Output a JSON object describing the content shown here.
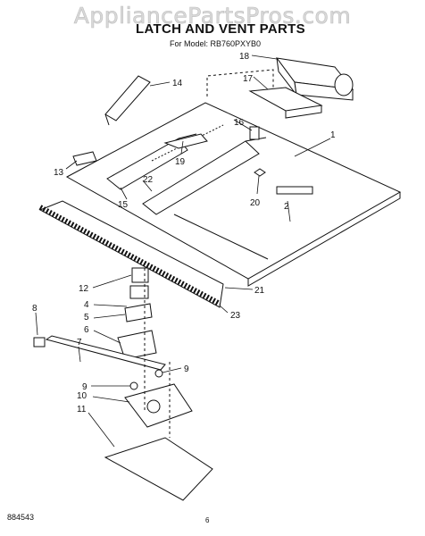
{
  "watermark": "AppliancePartsPros.com",
  "title": "LATCH AND VENT PARTS",
  "subtitle": "For Model: RB760PXYB0",
  "footer": {
    "doc_number": "884543",
    "page": "6"
  },
  "callouts": [
    {
      "id": "c1",
      "label": "1"
    },
    {
      "id": "c2",
      "label": "2"
    },
    {
      "id": "c4",
      "label": "4"
    },
    {
      "id": "c5",
      "label": "5"
    },
    {
      "id": "c6",
      "label": "6"
    },
    {
      "id": "c7",
      "label": "7"
    },
    {
      "id": "c8",
      "label": "8"
    },
    {
      "id": "c9a",
      "label": "9"
    },
    {
      "id": "c9b",
      "label": "9"
    },
    {
      "id": "c10",
      "label": "10"
    },
    {
      "id": "c11",
      "label": "11"
    },
    {
      "id": "c12",
      "label": "12"
    },
    {
      "id": "c13",
      "label": "13"
    },
    {
      "id": "c14",
      "label": "14"
    },
    {
      "id": "c15",
      "label": "15"
    },
    {
      "id": "c16",
      "label": "16"
    },
    {
      "id": "c17",
      "label": "17"
    },
    {
      "id": "c18",
      "label": "18"
    },
    {
      "id": "c19",
      "label": "19"
    },
    {
      "id": "c20",
      "label": "20"
    },
    {
      "id": "c21",
      "label": "21"
    },
    {
      "id": "c22",
      "label": "22"
    },
    {
      "id": "c23",
      "label": "23"
    }
  ]
}
